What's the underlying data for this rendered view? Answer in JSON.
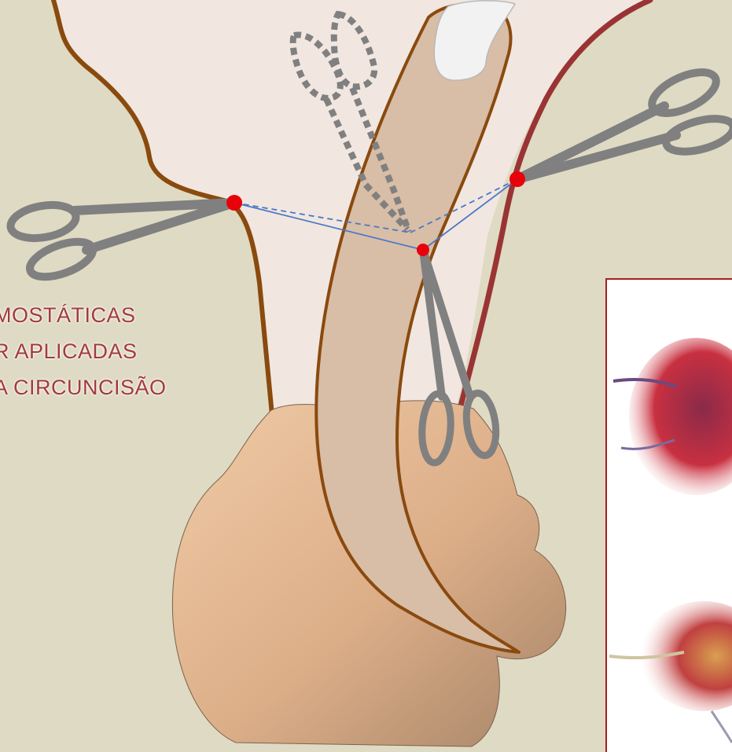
{
  "caption": {
    "line1": "MOSTÁTICAS",
    "line2": "R APLICADAS",
    "line3": "A CIRCUNCISÃO"
  },
  "colors": {
    "background": "#dfdac3",
    "skin_outline": "#8a4a0e",
    "mucosa_outline": "#9a3434",
    "instrument": "#808080",
    "clamp_point": "#e8000a",
    "suture_line": "#4a78c8",
    "glans_fill": "#d7bca6",
    "scrotum_fill": "#deb28c",
    "photo_border": "#a31e1e"
  },
  "icons": [
    "hemostat-clamp-icon"
  ]
}
